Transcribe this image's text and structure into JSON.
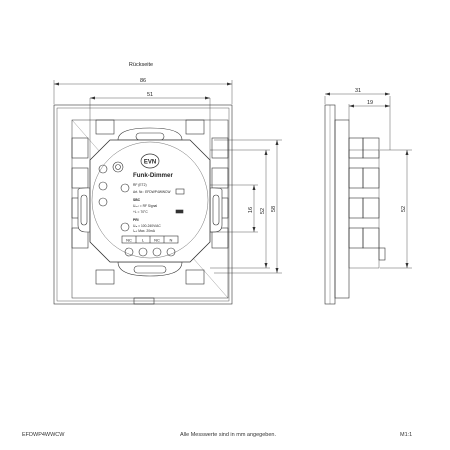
{
  "drawing": {
    "view_label": "Rückseite",
    "dimensions": {
      "overall_width": "86",
      "inner_width": "51",
      "depth_total": "31",
      "depth_back": "19",
      "height_outer": "58",
      "height_mid": "52",
      "height_inner": "16",
      "side_height": "52"
    },
    "module": {
      "logo": "EVN",
      "title": "Funk-Dimmer",
      "lines": [
        "RF (ET2)",
        "Art. Nr.: EFDWP4WWCW",
        "SBC",
        "Uₒᵤₜ = RF Signal",
        "+L = 70°C",
        "PRI",
        "Uᵢₙ = 100-240V/AC",
        "Iₒᵤₜ Max. 20mA"
      ],
      "terminals": [
        "NC",
        "L",
        "NC",
        "N"
      ]
    }
  },
  "footer": {
    "left": "EFDWP4WWCW",
    "center": "Alle Messwerte sind in mm angegeben.",
    "right": "M1:1"
  },
  "colors": {
    "line": "#333333",
    "fill": "#ffffff"
  }
}
